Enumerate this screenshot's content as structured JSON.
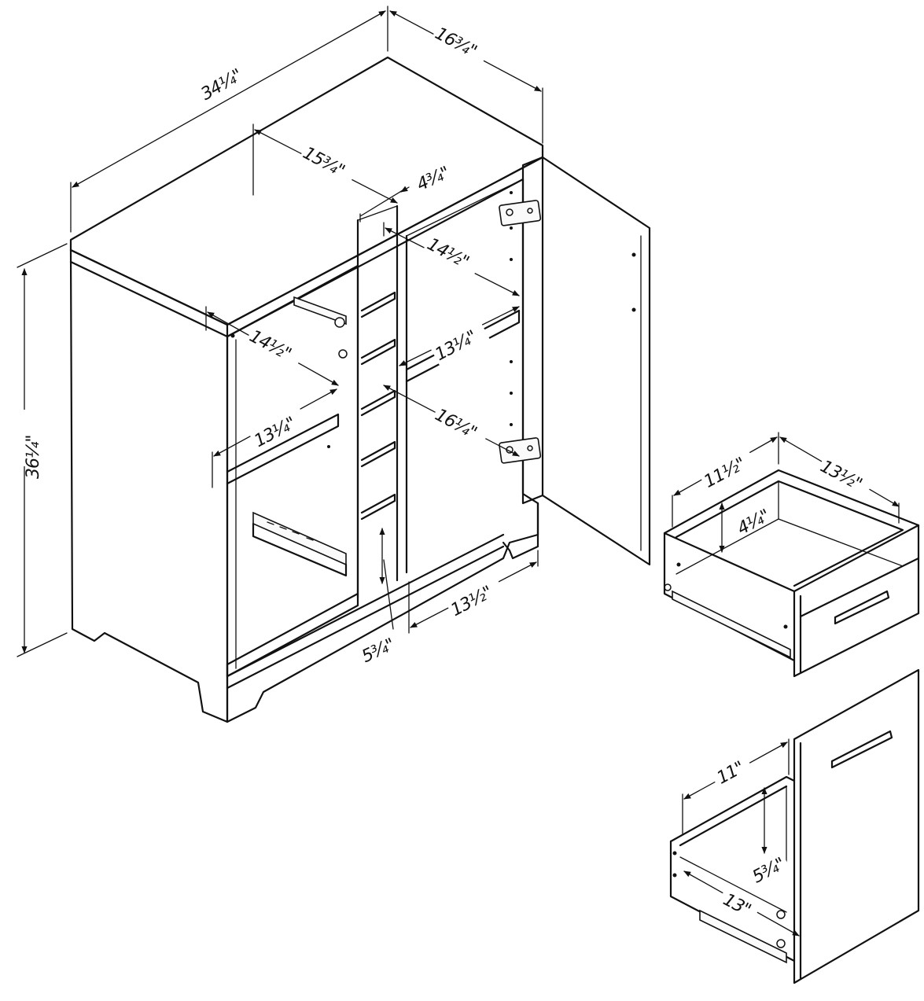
{
  "dimensions": {
    "cabinet_width": "34¼\"",
    "cabinet_depth": "16¾\"",
    "cabinet_height": "36¼\"",
    "left_interior_width": "15¾\"",
    "center_divider_width": "4¾\"",
    "right_upper_depth": "14½\"",
    "right_shelf_depth": "13¼\"",
    "left_upper_depth": "14½\"",
    "left_shelf_depth": "13¼\"",
    "right_interior_width": "16¼\"",
    "right_bottom_depth": "13½\"",
    "base_height": "5¾\"",
    "small_drawer_width": "11½\"",
    "small_drawer_depth": "13½\"",
    "small_drawer_height": "4¼\"",
    "file_drawer_width": "11\"",
    "file_drawer_height": "5¾\"",
    "file_drawer_depth": "13\""
  }
}
